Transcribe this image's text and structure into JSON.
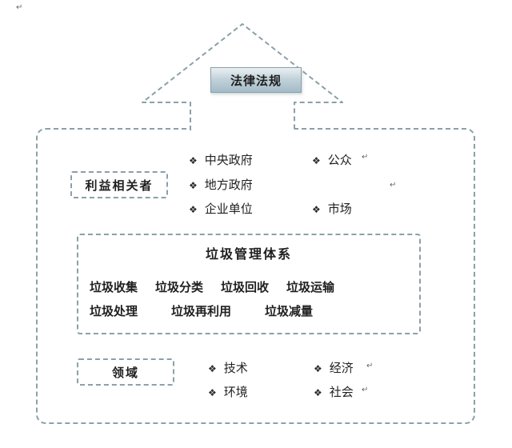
{
  "arrow": {
    "label": "法律法规"
  },
  "stakeholders": {
    "label": "利益相关者",
    "col1": [
      "中央政府",
      "地方政府",
      "企业单位"
    ],
    "col2": [
      "公众",
      "市场"
    ]
  },
  "system": {
    "title": "垃圾管理体系",
    "row1": [
      "垃圾收集",
      "垃圾分类",
      "垃圾回收",
      "垃圾运输"
    ],
    "row2": [
      "垃圾处理",
      "垃圾再利用",
      "垃圾减量"
    ]
  },
  "fields": {
    "label": "领域",
    "col1": [
      "技术",
      "环境"
    ],
    "col2": [
      "经济",
      "社会"
    ]
  },
  "bullet": "❖",
  "stray_mark": "↵",
  "colors": {
    "dash_border": "#8ba0a8",
    "text": "#1f1f1f",
    "label_gradient_top": "#eaf0f3",
    "label_gradient_bottom": "#a4bcc8"
  }
}
